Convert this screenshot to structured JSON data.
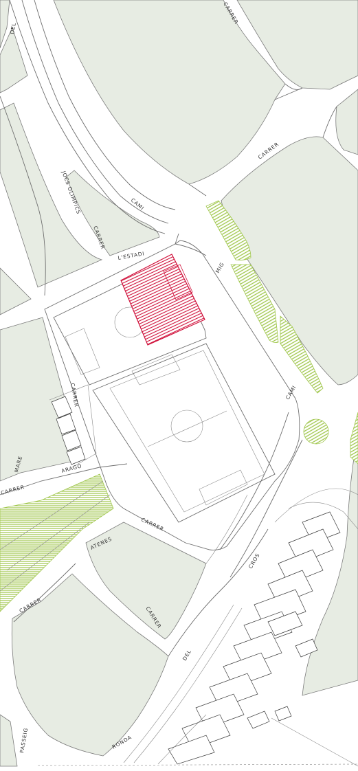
{
  "colors": {
    "block": "#e7ece3",
    "road": "#ffffff",
    "highlight": "#d0103a",
    "green_hatch": "#9fc64a",
    "outline": "#7a7a7a"
  },
  "labels": {
    "carrer_top": "CARRER",
    "carrer_right": "CARRER",
    "del_top": "DEL",
    "joc_olimpics": "JOCS OLIMPICS",
    "carrer_jocs": "CARRER",
    "cami_upper": "CAMI",
    "lestadi": "L'ESTADI",
    "mig": "MIG",
    "cami_lower": "CAMI",
    "carrer_mid": "CARRER",
    "mare": "MARE",
    "arago": "ARAGO",
    "carrer_left": "CARRER",
    "carrer_south": "CARRER",
    "atenes": "ATENES",
    "carrer_atenes": "CARRER",
    "carrer_lower": "CARRER",
    "cros": "CROS",
    "del_lower": "DEL",
    "ronda": "RONDA",
    "passeig": "PASSEIG"
  }
}
